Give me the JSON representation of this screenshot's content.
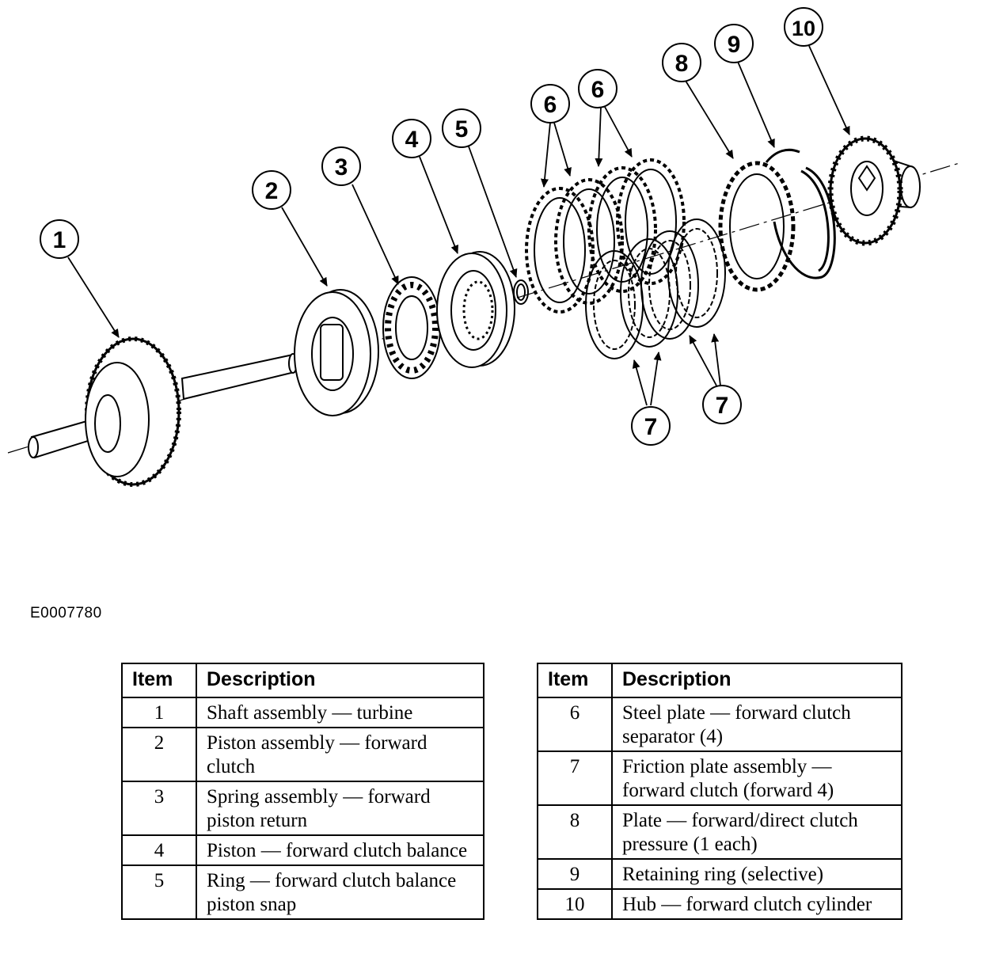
{
  "figure_id": "E0007780",
  "callouts": [
    "1",
    "2",
    "3",
    "4",
    "5",
    "6",
    "6",
    "7",
    "7",
    "8",
    "9",
    "10"
  ],
  "legend_header": {
    "item": "Item",
    "description": "Description"
  },
  "legend_left": [
    {
      "item": "1",
      "description": "Shaft assembly — turbine"
    },
    {
      "item": "2",
      "description": "Piston assembly — forward clutch"
    },
    {
      "item": "3",
      "description": "Spring assembly — forward piston return"
    },
    {
      "item": "4",
      "description": "Piston — forward clutch balance"
    },
    {
      "item": "5",
      "description": "Ring — forward clutch balance piston snap"
    }
  ],
  "legend_right": [
    {
      "item": "6",
      "description": "Steel plate — forward clutch separator (4)"
    },
    {
      "item": "7",
      "description": "Friction plate assembly — forward clutch (forward 4)"
    },
    {
      "item": "8",
      "description": "Plate — forward/direct clutch pressure (1 each)"
    },
    {
      "item": "9",
      "description": "Retaining ring (selective)"
    },
    {
      "item": "10",
      "description": "Hub — forward clutch cylinder"
    }
  ]
}
